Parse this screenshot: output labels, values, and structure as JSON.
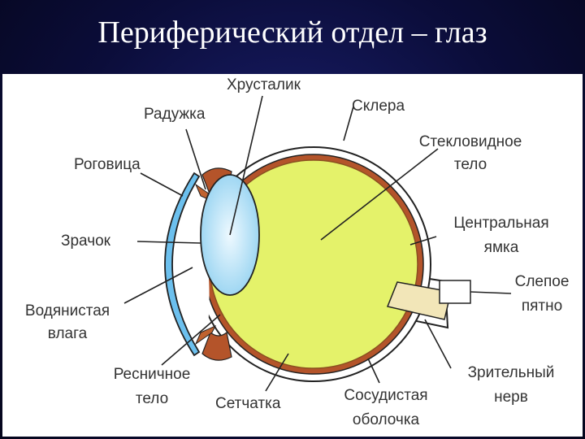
{
  "title": "Периферический отдел – глаз",
  "labels": {
    "lens": "Хрусталик",
    "iris": "Радужка",
    "sclera": "Склера",
    "cornea": "Роговица",
    "vitreous_1": "Стекловидное",
    "vitreous_2": "тело",
    "pupil": "Зрачок",
    "fovea_1": "Центральная",
    "fovea_2": "ямка",
    "blind_spot_1": "Слепое",
    "blind_spot_2": "пятно",
    "aqueous_1": "Водянистая",
    "aqueous_2": "влага",
    "ciliary_1": "Ресничное",
    "ciliary_2": "тело",
    "retina": "Сетчатка",
    "choroid_1": "Сосудистая",
    "choroid_2": "оболочка",
    "optic_nerve_1": "Зрительный",
    "optic_nerve_2": "нерв"
  },
  "colors": {
    "vitreous": "#e4f26a",
    "sclera": "#ffffff",
    "choroid": "#b4542a",
    "cornea": "#6cc0ee",
    "lens": "#a8dcf4",
    "optic_nerve": "#f2e6b8",
    "outline": "#222222"
  }
}
